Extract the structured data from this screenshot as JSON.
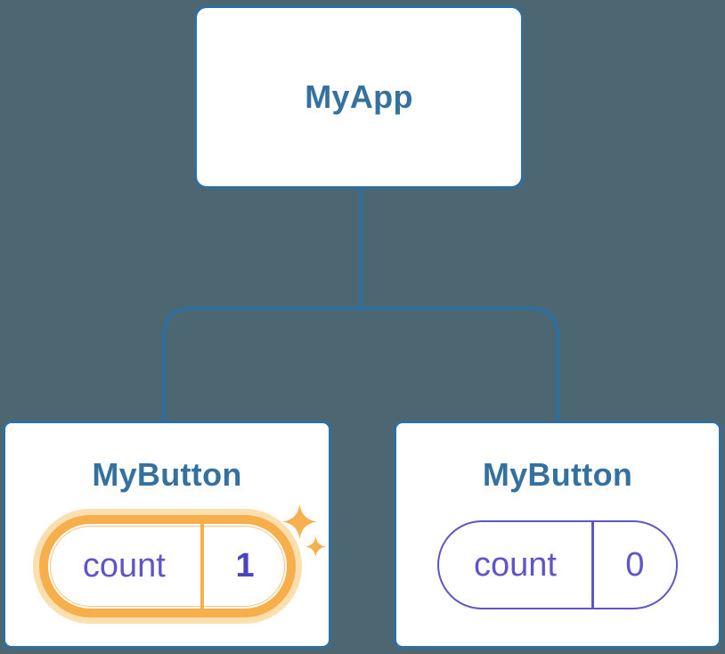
{
  "diagram": {
    "description": "Component tree with a state update highlighted",
    "root": {
      "label": "MyApp"
    },
    "children": [
      {
        "label": "MyButton",
        "state": {
          "key": "count",
          "value": "1"
        },
        "highlighted": true
      },
      {
        "label": "MyButton",
        "state": {
          "key": "count",
          "value": "0"
        },
        "highlighted": false
      }
    ]
  },
  "icons": {
    "sparkle_large": "sparkle-icon",
    "sparkle_small": "sparkle-icon"
  },
  "colors": {
    "background": "#4C6771",
    "connector": "#2F6FA0",
    "card_background": "#FFFFFF",
    "card_border": "#2F6FA0",
    "title_text": "#35719F",
    "state_text": "#5D55C8",
    "state_value_highlight": "#4B44C0",
    "highlight_orange": "#F6AF4B",
    "highlight_glow": "#FBDFAE"
  }
}
